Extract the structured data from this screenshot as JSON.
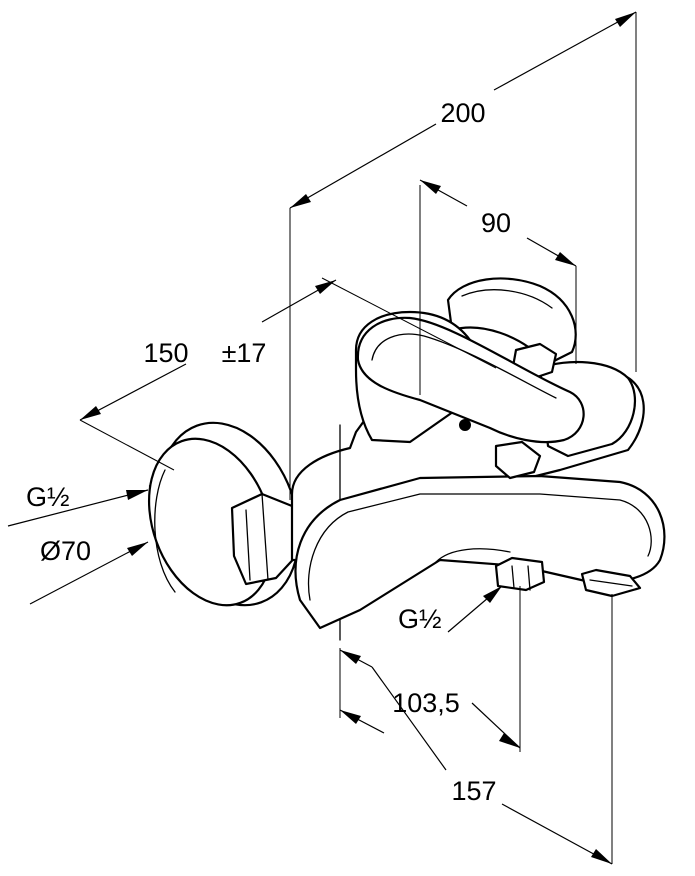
{
  "dimensions": {
    "overall_width": "200",
    "handle_width": "90",
    "centre_distance": "150",
    "centre_tolerance": "±17",
    "spout_outlet_distance": "103,5",
    "spout_length": "157"
  },
  "connections": {
    "inlet_thread": "G½",
    "escutcheon_diameter": "Ø70",
    "outlet_thread": "G½"
  }
}
